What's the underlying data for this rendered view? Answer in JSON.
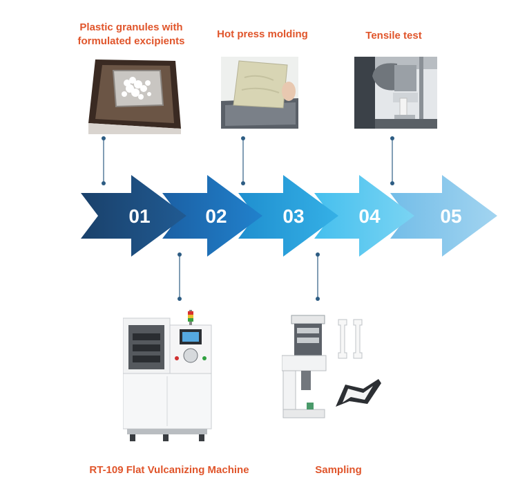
{
  "steps": [
    {
      "number": "01",
      "color": "#1c4f80"
    },
    {
      "number": "02",
      "color": "#1d70b8"
    },
    {
      "number": "03",
      "color": "#27a3dc"
    },
    {
      "number": "04",
      "color": "#5ec9ee"
    },
    {
      "number": "05",
      "color": "#86c6ea"
    }
  ],
  "top_captions": {
    "granules_line1": "Plastic granules with",
    "granules_line2": "formulated excipients",
    "hot_press": "Hot press molding",
    "tensile": "Tensile test"
  },
  "bottom_captions": {
    "machine": "RT-109 Flat Vulcanizing Machine",
    "sampling": "Sampling"
  },
  "colors": {
    "caption": "#e0552b",
    "connector": "#2d5c83",
    "number_text": "#ffffff"
  }
}
